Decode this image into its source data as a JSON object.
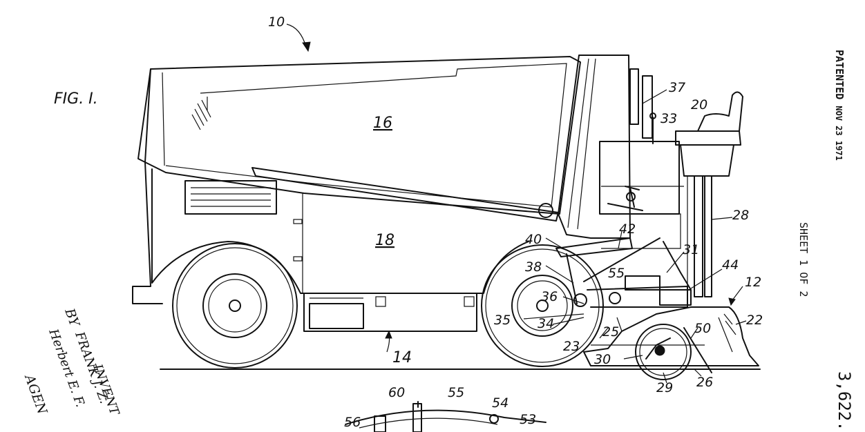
{
  "figure_title": "FIG. I.",
  "patent": {
    "patented": "PATENTED",
    "date": "NOV 23 1971",
    "sheet": "SHEET 1 OF 2",
    "number": "3,622."
  },
  "inventor_block": {
    "by": "BY",
    "inventor_label": "INVENT",
    "inventor_name": "FRANK J. Z.",
    "agent_signature": "Herbert E. F.",
    "agent_label": "AGEN"
  },
  "labels": [
    {
      "id": "10",
      "text": "10"
    },
    {
      "id": "16",
      "text": "16"
    },
    {
      "id": "18",
      "text": "18"
    },
    {
      "id": "37",
      "text": "37"
    },
    {
      "id": "33",
      "text": "33"
    },
    {
      "id": "20",
      "text": "20"
    },
    {
      "id": "28",
      "text": "28"
    },
    {
      "id": "42",
      "text": "42"
    },
    {
      "id": "40",
      "text": "40"
    },
    {
      "id": "31",
      "text": "31"
    },
    {
      "id": "44",
      "text": "44"
    },
    {
      "id": "12",
      "text": "12"
    },
    {
      "id": "38",
      "text": "38"
    },
    {
      "id": "55a",
      "text": "55"
    },
    {
      "id": "36",
      "text": "36"
    },
    {
      "id": "25",
      "text": "25"
    },
    {
      "id": "22",
      "text": "22"
    },
    {
      "id": "35",
      "text": "35"
    },
    {
      "id": "34",
      "text": "34"
    },
    {
      "id": "50",
      "text": "50"
    },
    {
      "id": "23",
      "text": "23"
    },
    {
      "id": "30",
      "text": "30"
    },
    {
      "id": "14",
      "text": "14"
    },
    {
      "id": "29",
      "text": "29"
    },
    {
      "id": "26",
      "text": "26"
    },
    {
      "id": "60",
      "text": "60"
    },
    {
      "id": "55b",
      "text": "55"
    },
    {
      "id": "54",
      "text": "54"
    },
    {
      "id": "53",
      "text": "53"
    },
    {
      "id": "56",
      "text": "56"
    }
  ]
}
